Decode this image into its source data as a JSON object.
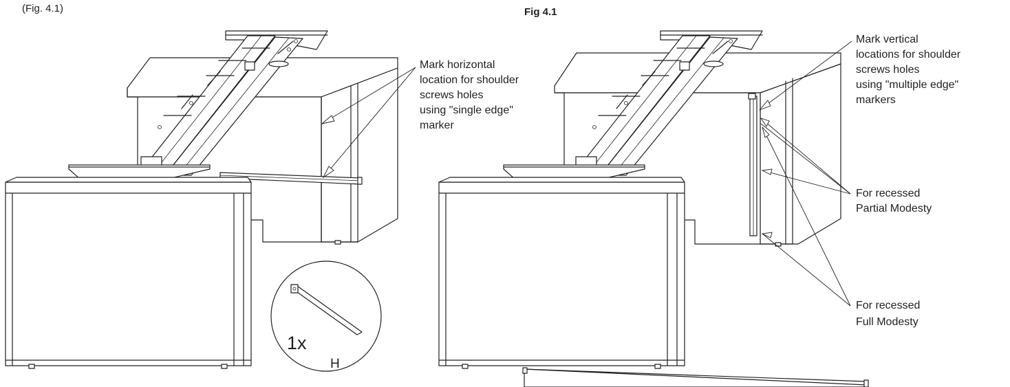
{
  "figure": {
    "left_caption": "(Fig. 4.1)",
    "right_caption": "Fig 4.1"
  },
  "left_view": {
    "callout_horizontal": [
      "Mark horizontal",
      "location for shoulder",
      "screws holes",
      "using \"single edge\"",
      "marker"
    ],
    "inset": {
      "quantity": "1x",
      "part_letter": "H"
    }
  },
  "right_view": {
    "callout_vertical": [
      "Mark vertical",
      "locations for shoulder",
      "screws holes",
      "using \"multiple edge\"",
      "markers"
    ],
    "callout_partial": [
      "For recessed",
      "Partial Modesty"
    ],
    "callout_full": [
      "For recessed",
      "Full Modesty"
    ]
  }
}
